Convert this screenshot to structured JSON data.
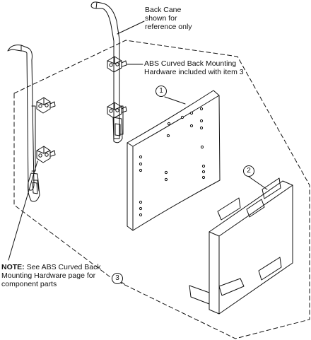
{
  "callouts": {
    "back_cane": [
      "Back Cane",
      "shown for",
      "reference only"
    ],
    "mounting_hardware": [
      "ABS Curved Back Mounting",
      "Hardware included with item 3"
    ],
    "note_prefix": "NOTE:",
    "note_lines": [
      "See ABS Curved Back",
      "Mounting Hardware page for",
      "component parts"
    ]
  },
  "item_numbers": [
    "1",
    "2",
    "3"
  ]
}
